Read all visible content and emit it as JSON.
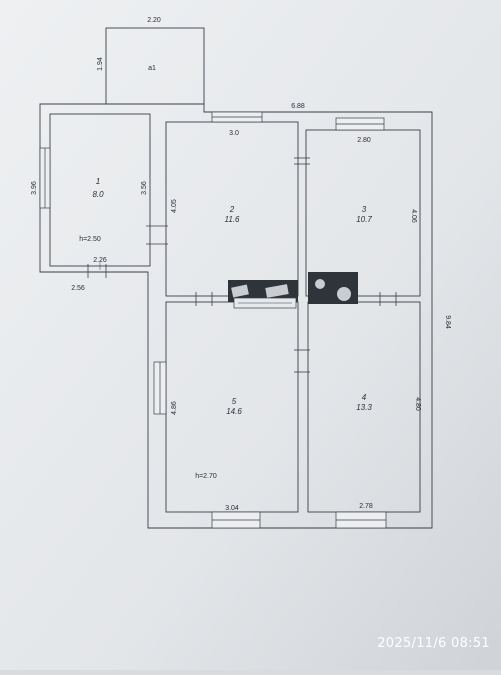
{
  "annex": {
    "label": "a1",
    "width": "2.20",
    "depth": "1.94"
  },
  "overall": {
    "width": "6.88",
    "length": "9.84"
  },
  "rooms": [
    {
      "num": "1",
      "area": "8.0",
      "height": "h=2.50",
      "w_inner": "2.26",
      "w_outer": "2.56",
      "side_left": "3.96",
      "side_right": "3.56"
    },
    {
      "num": "2",
      "area": "11.6",
      "top": "3.0",
      "side": "4.05"
    },
    {
      "num": "3",
      "area": "10.7",
      "top": "2.80",
      "side": "4.06"
    },
    {
      "num": "4",
      "area": "13.3",
      "bottom": "2.78",
      "side": "4.80"
    },
    {
      "num": "5",
      "area": "14.6",
      "height": "h=2.70",
      "bottom": "3.04",
      "side": "4.86"
    }
  ],
  "timestamp": "2025/11/6 08:51",
  "colors": {
    "paper": "#e6e9ec",
    "wall": "#3a3f47",
    "background": "#d9dcdf"
  }
}
